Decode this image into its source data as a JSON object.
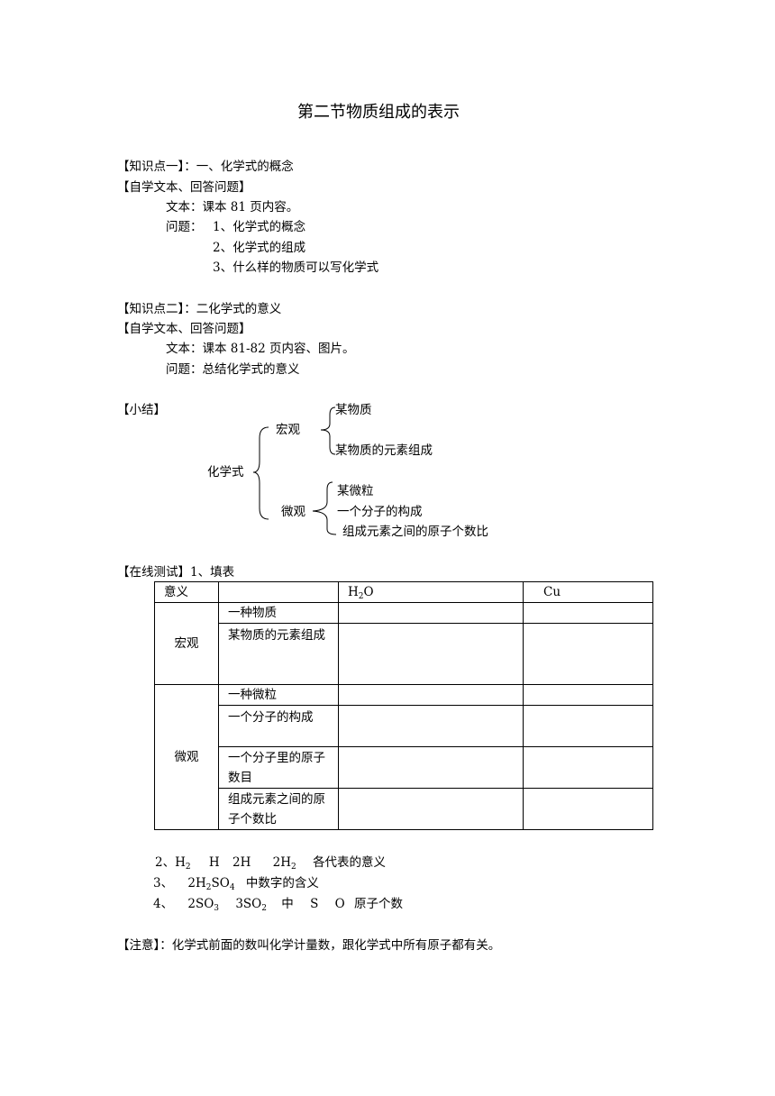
{
  "title": "第二节物质组成的表示",
  "kp1": {
    "heading": "【知识点一】：一、化学式的概念",
    "self_study": "【自学文本、回答问题】",
    "text": "文本：课本 81 页内容。",
    "questions_label": "问题：",
    "q1": "1、化学式的概念",
    "q2": "2、化学式的组成",
    "q3": "3、什么样的物质可以写化学式"
  },
  "kp2": {
    "heading": "【知识点二】：二化学式的意义",
    "self_study": "【自学文本、回答问题】",
    "text": "文本：课本 81-82 页内容、图片。",
    "question": "问题：总结化学式的意义"
  },
  "summary": {
    "label": "【小结】",
    "root": "化学式",
    "macro": "宏观",
    "macro_items": [
      "某物质",
      "某物质的元素组成"
    ],
    "micro": "微观",
    "micro_items": [
      "某微粒",
      "一个分子的构成",
      "组成元素之间的原子个数比"
    ]
  },
  "test": {
    "heading": "【在线测试】1、填表",
    "table": {
      "col_meaning": "意义",
      "col_h2o_main": "H",
      "col_h2o_sub": "2",
      "col_h2o_tail": "O",
      "col_cu": "Cu",
      "macro_label": "宏观",
      "micro_label": "微观",
      "macro_rows": [
        "一种物质",
        "某物质的元素组成"
      ],
      "micro_rows": [
        "一种微粒",
        "一个分子的构成",
        "一个分子里的原子数目",
        "组成元素之间的原子个数比"
      ]
    },
    "q2": {
      "num": "2、",
      "t1": "H",
      "t1s": "2",
      "t2": "H",
      "t3": "2H",
      "t4": "2H",
      "t4s": "2",
      "tail": "各代表的意义"
    },
    "q3": {
      "num": "3、",
      "a": "2H",
      "as": "2",
      "b": "SO",
      "bs": "4",
      "tail": "中数字的含义"
    },
    "q4": {
      "num": "4、",
      "a": "2SO",
      "as": "3",
      "b": "3SO",
      "bs": "2",
      "mid": "中",
      "s": "S",
      "o": "O",
      "tail": "原子个数"
    }
  },
  "note": "【注意】：化学式前面的数叫化学计量数，跟化学式中所有原子都有关。"
}
